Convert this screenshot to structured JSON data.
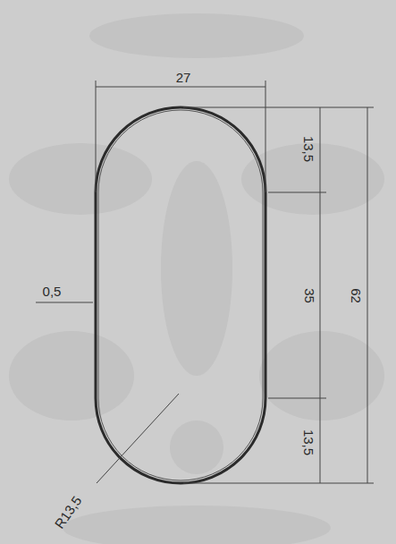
{
  "diagram": {
    "labels": [
      "27",
      "13,5",
      "35",
      "62",
      "13,5",
      "0,5",
      "R13,5"
    ]
  }
}
